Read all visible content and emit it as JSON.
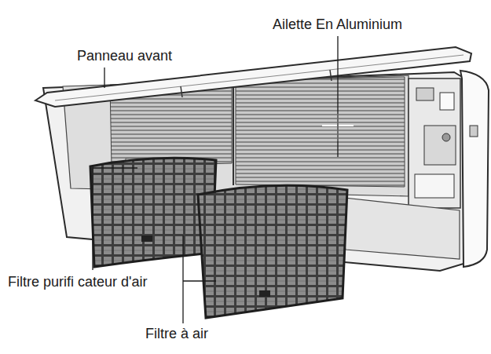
{
  "diagram": {
    "labels": [
      "Panneau avant",
      "Ailette En Aluminium",
      "Filtre purifi cateur d'air",
      "Filtre à air"
    ]
  }
}
